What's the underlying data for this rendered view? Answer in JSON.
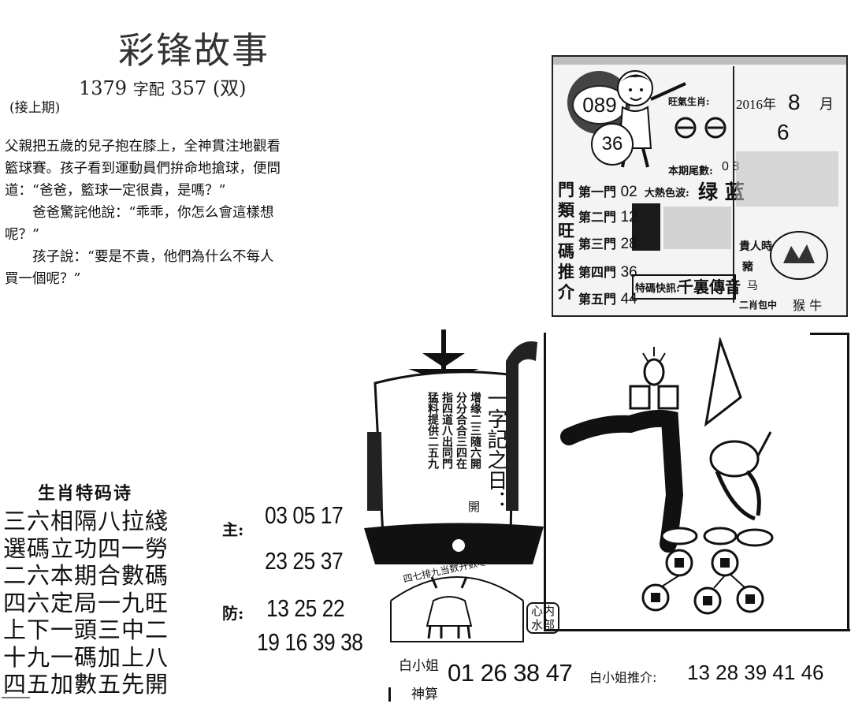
{
  "header": {
    "title": "彩锋故事",
    "subtitle_num": "1379",
    "subtitle_mid": "字配",
    "subtitle_num2": "357",
    "subtitle_end": "(双)",
    "continued": "(接上期)"
  },
  "story": {
    "p1": "父親把五歲的兒子抱在膝上，全神貫注地觀看籃球賽。孩子看到運動員們拚命地搶球，便問道：“爸爸，籃球一定很貴，是嗎？”",
    "p2": "爸爸驚詫他說：“乖乖，你怎么會這樣想呢？”",
    "p3": "孩子說：“要是不貴，他們為什么不每人買一個呢？”"
  },
  "poem": {
    "title": "生肖特码诗",
    "lines": [
      "三六相隔八拉綫",
      "選碼立功四一勞",
      "二六本期合數碼",
      "四六定局一九旺",
      "上下一頭三中二",
      "十九一碼加上八",
      "四五加數五先開"
    ],
    "main_label": "主:",
    "main_nums_1": "03 05 17",
    "main_nums_2": "23 25 37",
    "defense_label": "防:",
    "defense_nums_1": "13 25 22",
    "defense_nums_2": "19 16 39 38"
  },
  "panel": {
    "badge": "089",
    "ball": "36",
    "zodiac_label": "旺氣生肖:",
    "tail_label": "本期尾數:",
    "tail_value": "0 8",
    "color_label": "大熱色波:",
    "color_value": "绿 蓝",
    "year": "2016年",
    "month_label": "月",
    "month": "8",
    "day": "6",
    "noble_label": "貴人時",
    "pig": "豬",
    "horse": "马",
    "formula_label": "特碼快訊:",
    "formula_value": "千裏傳音",
    "bottom_label": "二肖包中",
    "bottom_value": "猴 牛",
    "doors_title": [
      "門",
      "類",
      "旺",
      "碼",
      "推",
      "介"
    ],
    "doors": [
      {
        "label": "第一門",
        "num": "02"
      },
      {
        "label": "第二門",
        "num": "12"
      },
      {
        "label": "第三門",
        "num": "28"
      },
      {
        "label": "第四門",
        "num": "36"
      },
      {
        "label": "第五門",
        "num": "44"
      }
    ]
  },
  "ship": {
    "sail_lines": [
      "增缘二三隨六開",
      "分分合合三四在",
      "指四道八出同門",
      "猛料提供二五九"
    ],
    "sail_title": "一字記之日：",
    "sail_title_end": "開"
  },
  "cow": {
    "arc_text": "四七排九当数开数尽二一增六数",
    "side_text": "心内水部"
  },
  "bottom": {
    "miss_bai": "白小姐",
    "shen_suan": "神算",
    "nums": "01 26 38 47",
    "recommend_label": "白小姐推介:",
    "recommend_nums": "13 28 39 41 46"
  },
  "colors": {
    "ink": "#111111",
    "panel_bg": "#f4f4f4",
    "gray": "#bdbdbd"
  }
}
